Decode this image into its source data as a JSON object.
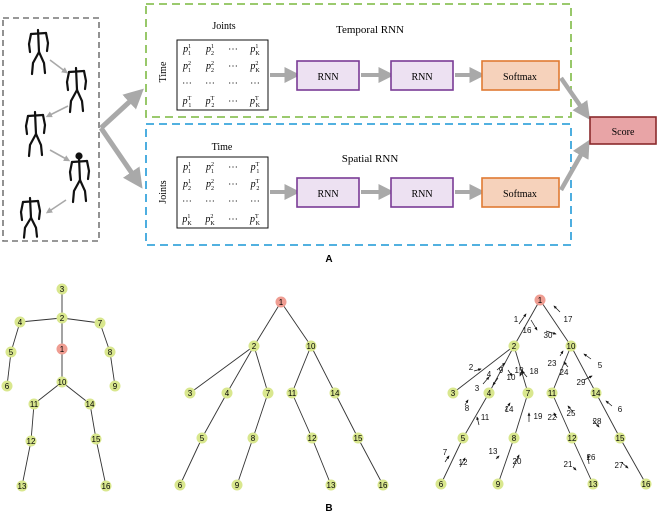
{
  "colors": {
    "temporal_border": "#8dc25a",
    "spatial_border": "#3aa6dc",
    "input_border": "#777777",
    "rnn_fill": "#ede1f2",
    "rnn_stroke": "#7a3b96",
    "softmax_fill": "#f6d2bb",
    "softmax_stroke": "#e07a32",
    "score_fill": "#e8a4a6",
    "score_stroke": "#8a2a2c",
    "arrow": "#a9a9a9",
    "joint_fill": "#d9e78e",
    "root_fill": "#ef9d92"
  },
  "panel_a": {
    "label": "A",
    "temporal": {
      "title": "Temporal RNN",
      "matrix_col_label": "Joints",
      "matrix_row_label": "Time",
      "matrix": [
        [
          "p",
          "1",
          "1"
        ],
        [
          "p",
          "2",
          "1"
        ],
        [
          "⋯",
          "",
          ""
        ],
        [
          "p",
          "K",
          "1"
        ],
        [
          "p",
          "1",
          "2"
        ],
        [
          "p",
          "2",
          "2"
        ],
        [
          "⋯",
          "",
          ""
        ],
        [
          "p",
          "K",
          "2"
        ],
        [
          "⋯",
          "",
          ""
        ],
        [
          "⋯",
          "",
          ""
        ],
        [
          "⋯",
          "",
          ""
        ],
        [
          "⋯",
          "",
          ""
        ],
        [
          "p",
          "1",
          "T"
        ],
        [
          "p",
          "2",
          "T"
        ],
        [
          "⋯",
          "",
          ""
        ],
        [
          "p",
          "K",
          "T"
        ]
      ],
      "blocks": [
        "RNN",
        "RNN",
        "Softmax"
      ]
    },
    "spatial": {
      "title": "Spatial RNN",
      "matrix_col_label": "Time",
      "matrix_row_label": "Joints",
      "matrix": [
        [
          "p",
          "1",
          "1"
        ],
        [
          "p",
          "1",
          "2"
        ],
        [
          "⋯",
          "",
          ""
        ],
        [
          "p",
          "1",
          "T"
        ],
        [
          "p",
          "2",
          "1"
        ],
        [
          "p",
          "2",
          "2"
        ],
        [
          "⋯",
          "",
          ""
        ],
        [
          "p",
          "2",
          "T"
        ],
        [
          "⋯",
          "",
          ""
        ],
        [
          "⋯",
          "",
          ""
        ],
        [
          "⋯",
          "",
          ""
        ],
        [
          "⋯",
          "",
          ""
        ],
        [
          "p",
          "K",
          "1"
        ],
        [
          "p",
          "K",
          "2"
        ],
        [
          "⋯",
          "",
          ""
        ],
        [
          "p",
          "K",
          "T"
        ]
      ],
      "blocks": [
        "RNN",
        "RNN",
        "Softmax"
      ]
    },
    "output": "Score"
  },
  "panel_b": {
    "label": "B",
    "skeleton_joints": [
      "3",
      "4",
      "2",
      "7",
      "5",
      "1",
      "8",
      "6",
      "9",
      "10",
      "11",
      "14",
      "12",
      "15",
      "13",
      "16"
    ],
    "tree_nodes": [
      "1",
      "2",
      "10",
      "3",
      "4",
      "7",
      "11",
      "14",
      "5",
      "8",
      "12",
      "15",
      "6",
      "9",
      "13",
      "16"
    ],
    "traversal_nodes": [
      "1",
      "2",
      "10",
      "3",
      "4",
      "7",
      "11",
      "14",
      "5",
      "8",
      "12",
      "15",
      "6",
      "9",
      "13",
      "16"
    ],
    "traversal_steps": [
      "1",
      "2",
      "3",
      "4",
      "5",
      "6",
      "7",
      "8",
      "9",
      "10",
      "11",
      "12",
      "13",
      "14",
      "15",
      "16",
      "17",
      "18",
      "19",
      "20",
      "21",
      "22",
      "23",
      "24",
      "25",
      "26",
      "27",
      "28",
      "29",
      "30"
    ]
  }
}
